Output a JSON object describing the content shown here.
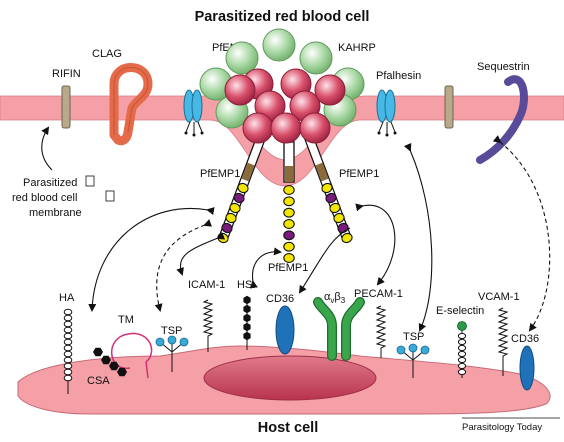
{
  "title": "Parasitized red blood cell",
  "bottom_title": "Host cell",
  "source": "Parasitology Today",
  "rbc_labels": {
    "rifin": "RIFIN",
    "clag": "CLAG",
    "pfemp3": "PfEMP3",
    "kahrp": "KAHRP",
    "pfalhesin": "Pfalhesin",
    "sequestrin": "Sequestrin",
    "membrane_line1": "Parasitized",
    "membrane_line2": "red blood cell",
    "membrane_line3": "membrane",
    "pfemp1_left": "PfEMP1",
    "pfemp1_right": "PfEMP1",
    "pfemp1_center": "PfEMP1"
  },
  "host_labels": {
    "ha": "HA",
    "tm": "TM",
    "csa": "CSA",
    "tsp_left": "TSP",
    "icam1": "ICAM-1",
    "hs": "HS",
    "cd36_center": "CD36",
    "alphav_a": "α",
    "alphav_b": "v",
    "alphav_c": "β",
    "alphav_d": "3",
    "pecam1": "PECAM-1",
    "tsp_right": "TSP",
    "eselectin": "E-selectin",
    "vcam1": "VCAM-1",
    "cd36_right": "CD36"
  },
  "colors": {
    "membrane": "#f4a0a6",
    "host_cell": "#f4a0a6",
    "nucleus": "#d2566d",
    "knob_green": "#a9d8a4",
    "knob_pink": "#d9506b",
    "pfemp1_yellow": "#f2e600",
    "pfemp1_purple": "#7a1a7d",
    "pfemp1_brown": "#8b6a3b",
    "clag": "#e56a4a",
    "rifin": "#b7a98a",
    "pfalhesin": "#46b8e6",
    "sequestrin": "#5a4a9a",
    "cd36": "#1f72b8",
    "integrin": "#3aa64c",
    "tsp": "#3aa9d8",
    "eselectin_head": "#2a9a4a",
    "tm": "#d0307a"
  }
}
